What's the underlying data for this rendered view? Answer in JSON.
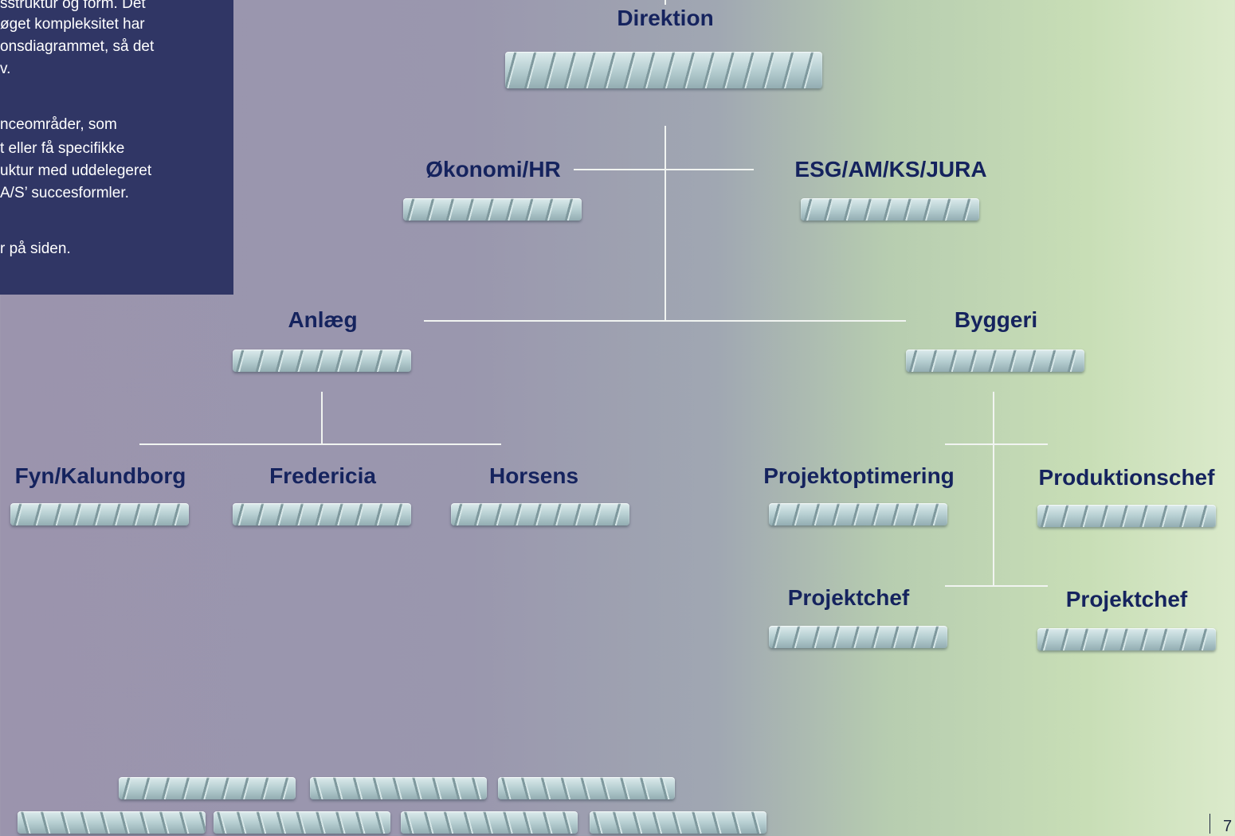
{
  "info_box": {
    "lines": [
      "sstruktur og form. Det",
      "øget kompleksitet har",
      "onsdiagrammet, så det",
      "v.",
      "nceområder, som",
      "t eller få specifikke",
      "uktur med uddelegeret",
      "A/S’ succesformler.",
      "r på siden."
    ]
  },
  "org_chart": {
    "top": "Direktion",
    "staff_left": "Økonomi/HR",
    "staff_right": "ESG/AM/KS/JURA",
    "division_left": "Anlæg",
    "division_right": "Byggeri",
    "anlaeg_units": [
      "Fyn/Kalundborg",
      "Fredericia",
      "Horsens"
    ],
    "byggeri_units": [
      "Projektoptimering",
      "Produktionschef",
      "Projektchef",
      "Projektchef"
    ]
  },
  "page_number": "7"
}
